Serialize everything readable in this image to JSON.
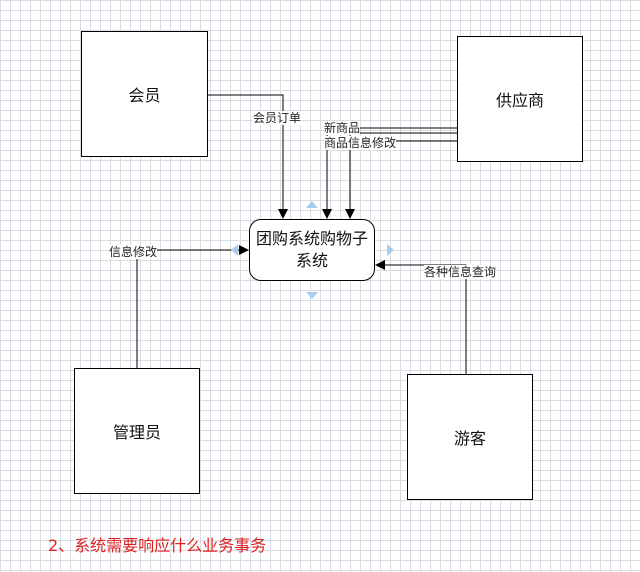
{
  "nodes": {
    "member": "会员",
    "supplier": "供应商",
    "system": "团购系统购物子系统",
    "admin": "管理员",
    "visitor": "游客"
  },
  "flows": {
    "member_order": "会员订单",
    "new_product": "新商品",
    "product_info_edit": "商品信息修改",
    "info_edit": "信息修改",
    "info_query": "各种信息查询"
  },
  "caption": "2、系统需要响应什么业务事务",
  "colors": {
    "caption": "#e02020",
    "grid": "#d9dde3",
    "connector_hint": "#a9cdf0"
  }
}
